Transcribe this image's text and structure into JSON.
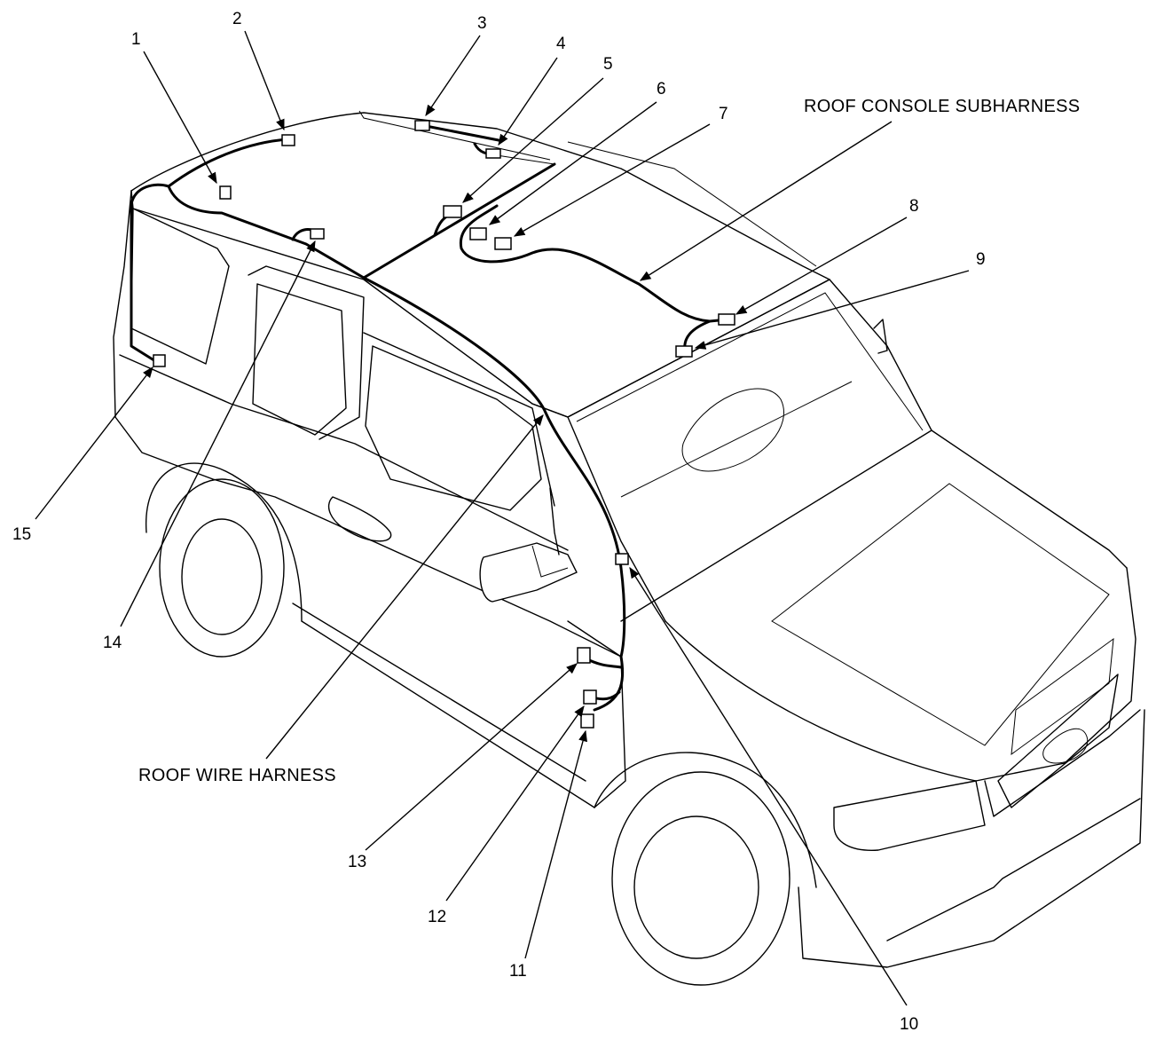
{
  "labels": {
    "roof_wire_harness": "ROOF WIRE HARNESS",
    "roof_console_subharness": "ROOF CONSOLE SUBHARNESS"
  },
  "callouts": [
    "1",
    "2",
    "3",
    "4",
    "5",
    "6",
    "7",
    "8",
    "9",
    "10",
    "11",
    "12",
    "13",
    "14",
    "15"
  ]
}
